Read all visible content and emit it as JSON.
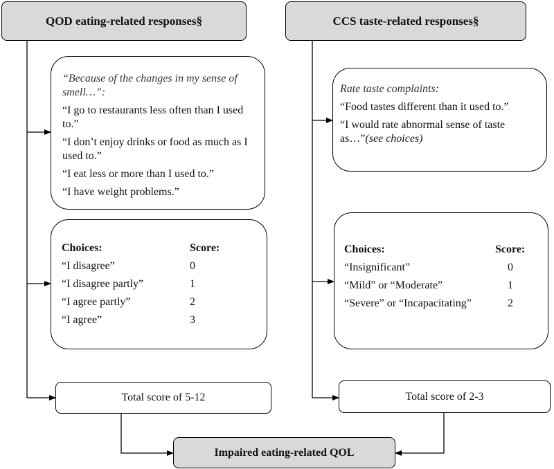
{
  "left": {
    "header": "QOD eating-related responses§",
    "statements_intro": "“Because of the changes in my sense of smell…”:",
    "statements": [
      "“I go to restaurants less often than I used to.”",
      "“I don’t enjoy drinks or food as much as I used to.”",
      "“I eat less or more than I used to.”",
      "“I have weight problems.”"
    ],
    "choices_header": "Choices:",
    "score_header": "Score:",
    "choices": [
      {
        "label": "“I disagree”",
        "score": "0"
      },
      {
        "label": "“I disagree partly”",
        "score": "1"
      },
      {
        "label": "“I agree partly”",
        "score": "2"
      },
      {
        "label": "“I agree”",
        "score": "3"
      }
    ],
    "total": "Total score of 5-12"
  },
  "right": {
    "header": "CCS taste-related responses§",
    "statements_intro": "Rate taste complaints:",
    "statement1": "“Food tastes different than it used to.”",
    "statement2_text": "“I would rate abnormal sense of taste as…”",
    "statement2_note": "(see choices)",
    "choices_header": "Choices:",
    "score_header": "Score:",
    "choices": [
      {
        "label": "“Insignificant”",
        "score": "0"
      },
      {
        "label": "“Mild” or “Moderate”",
        "score": "1"
      },
      {
        "label": "“Severe” or “Incapacitating”",
        "score": "2"
      }
    ],
    "total": "Total score of 2-3"
  },
  "outcome": "Impaired eating-related QOL"
}
